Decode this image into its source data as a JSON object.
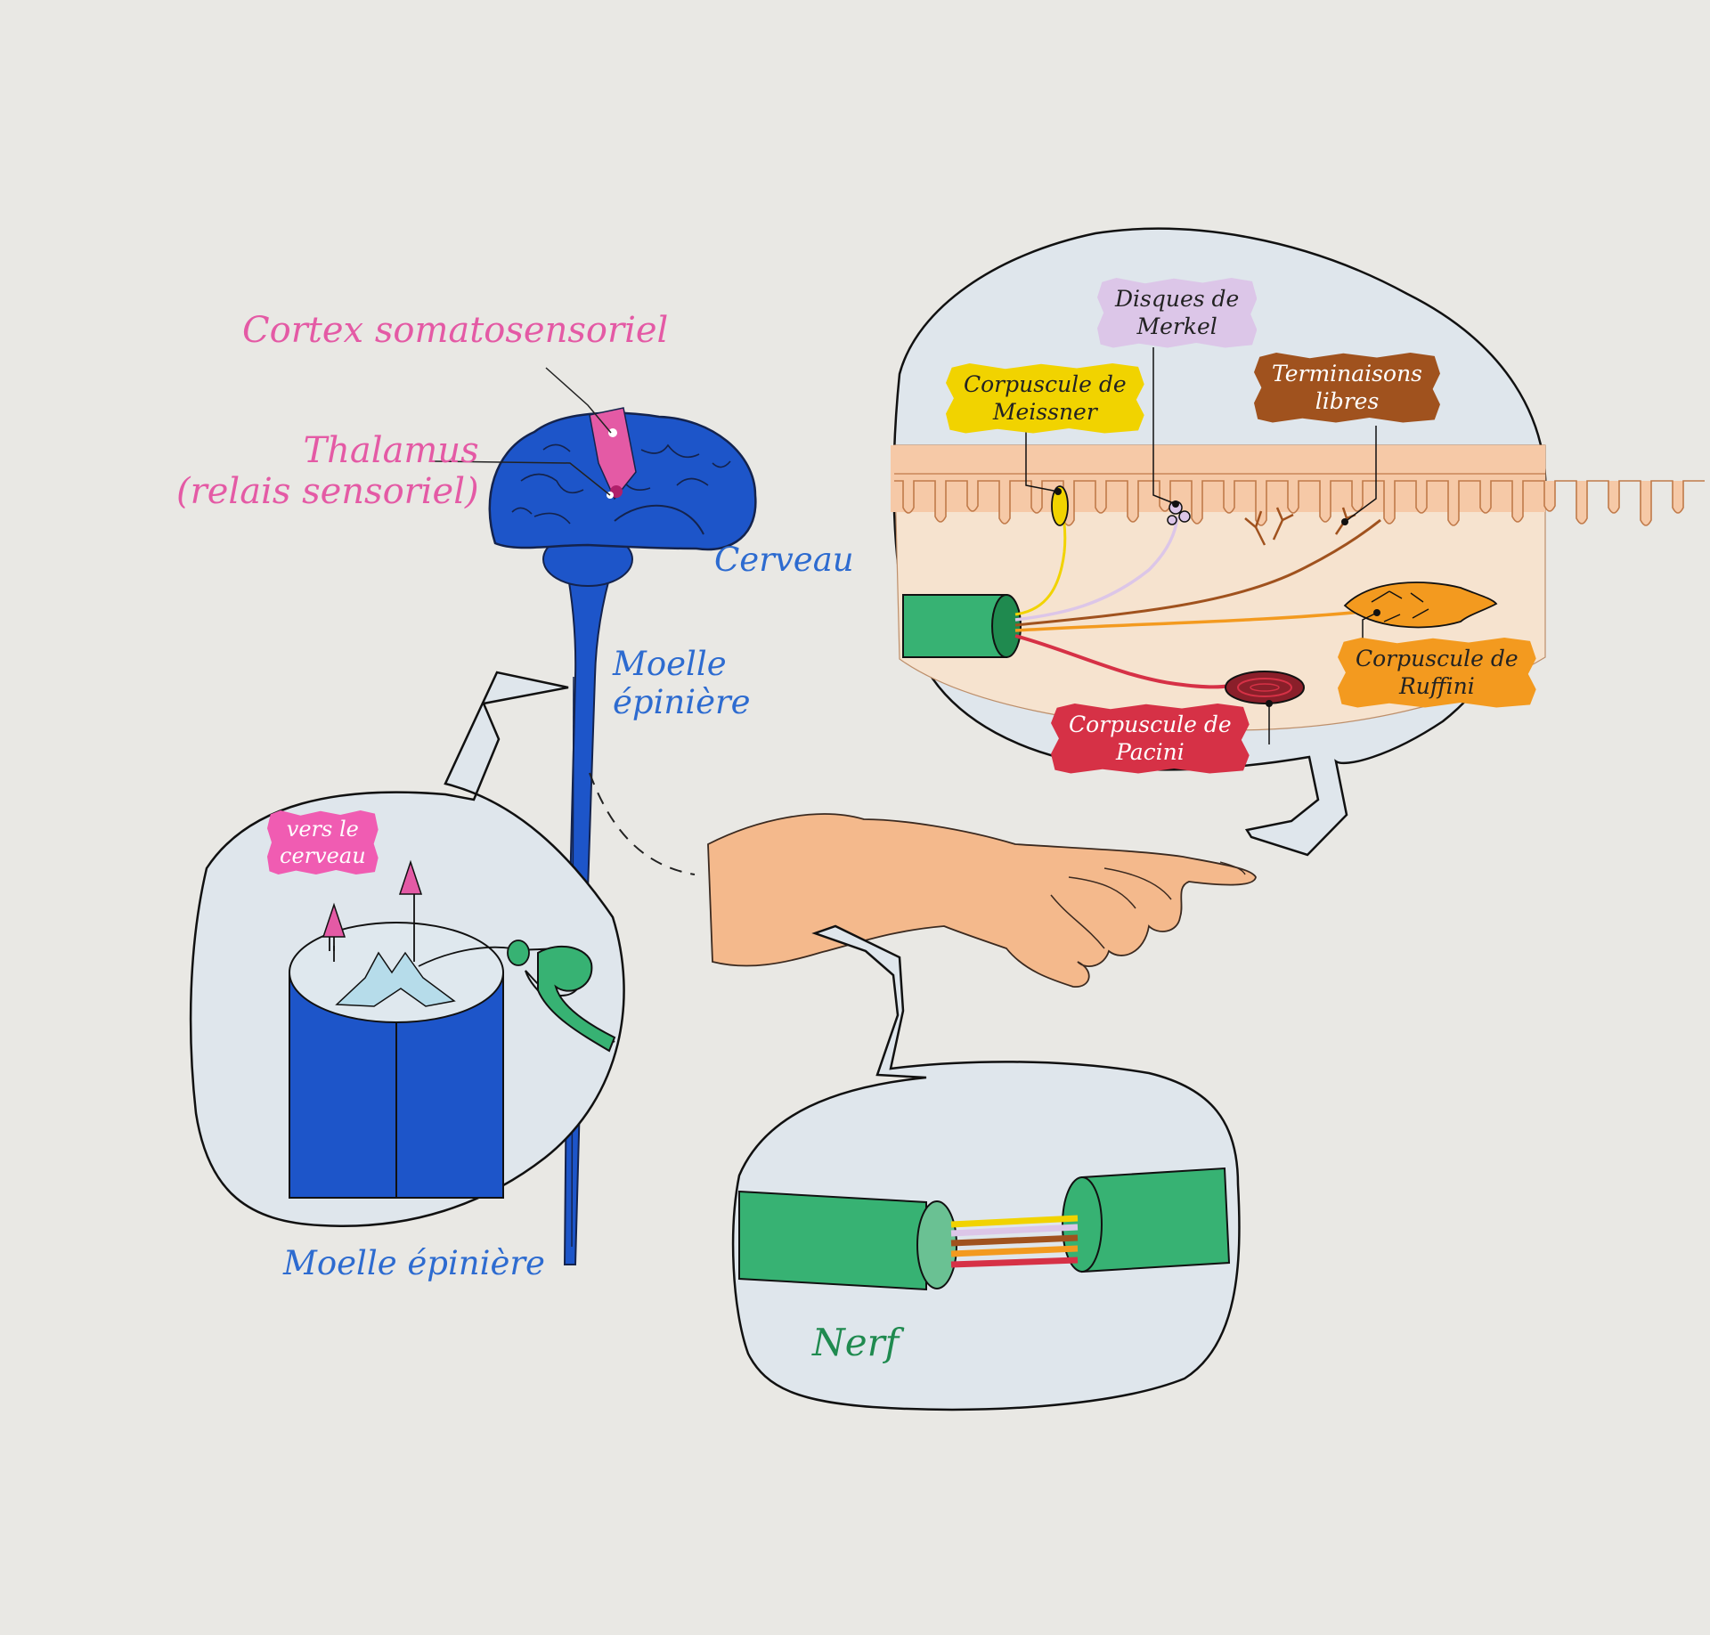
{
  "colors": {
    "paper": "#e9e8e4",
    "bubble": "#dfe6ec",
    "cns_blue": "#1d55c9",
    "pink": "#e45aa5",
    "label_blue": "#2d6bd0",
    "nerve_green": "#37b273",
    "skin": "#f4b98c",
    "meissner": "#f1d300",
    "merkel": "#dcc6e8",
    "free_endings": "#a0521e",
    "ruffini": "#f39a1f",
    "pacini": "#d63146",
    "label_green": "#1f8a4f"
  },
  "labels": {
    "cortex": "Cortex somatosensoriel",
    "thalamus_line1": "Thalamus",
    "thalamus_line2": "(relais sensoriel)",
    "brain": "Cerveau",
    "spinal_cord_line1": "Moelle",
    "spinal_cord_line2": "épinière",
    "spinal_cord_section": "Moelle épinière",
    "to_brain_line1": "vers le",
    "to_brain_line2": "cerveau",
    "nerve": "Nerf",
    "meissner_line1": "Corpuscule de",
    "meissner_line2": "Meissner",
    "merkel_line1": "Disques de",
    "merkel_line2": "Merkel",
    "free_endings_line1": "Terminaisons",
    "free_endings_line2": "libres",
    "ruffini_line1": "Corpuscule de",
    "ruffini_line2": "Ruffini",
    "pacini_line1": "Corpuscule de",
    "pacini_line2": "Pacini"
  },
  "icons": {
    "brain": "brain-icon",
    "hand": "hand-icon",
    "arrow": "arrow-up-icon"
  }
}
